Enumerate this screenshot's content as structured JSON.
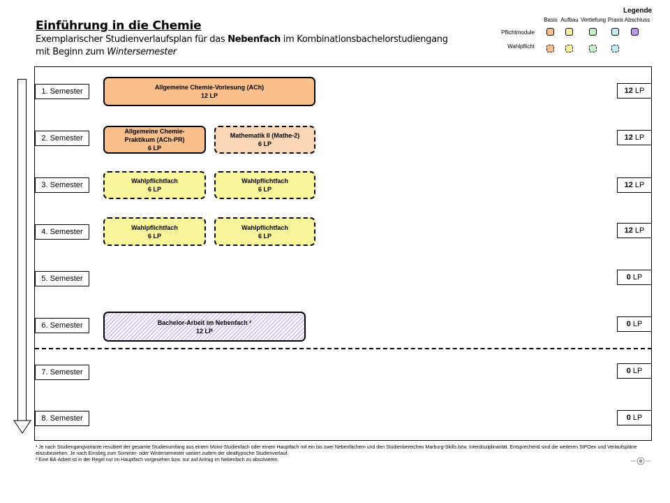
{
  "header": {
    "title": "Einführung in die Chemie",
    "subtitle_part1": "Exemplarischer Studienverlaufsplan für das ",
    "subtitle_bold": "Nebenfach",
    "subtitle_part2": " im Kombinationsbachelorstudiengang",
    "subtitle_line2_part1": "mit Beginn zum ",
    "subtitle_line2_italic": "Wintersemester"
  },
  "legend": {
    "title": "Legende",
    "columns": [
      "Basis",
      "Aufbau",
      "Vertiefung",
      "Praxis",
      "Abschluss"
    ],
    "row_pflicht": "Pflichtmodule",
    "row_wahl": "Wahlpflicht",
    "colors": {
      "basis": "#f9c08e",
      "aufbau": "#fbf59b",
      "vertiefung": "#c6efc6",
      "praxis": "#c3ecf4",
      "abschluss": "#b99ae6"
    }
  },
  "semesters": [
    {
      "label": "1. Semester",
      "lp_value": "12",
      "lp_unit": "LP"
    },
    {
      "label": "2. Semester",
      "lp_value": "12",
      "lp_unit": "LP"
    },
    {
      "label": "3. Semester",
      "lp_value": "12",
      "lp_unit": "LP"
    },
    {
      "label": "4. Semester",
      "lp_value": "12",
      "lp_unit": "LP"
    },
    {
      "label": "5. Semester",
      "lp_value": "0",
      "lp_unit": "LP"
    },
    {
      "label": "6. Semester",
      "lp_value": "0",
      "lp_unit": "LP"
    },
    {
      "label": "7. Semester",
      "lp_value": "0",
      "lp_unit": "LP"
    },
    {
      "label": "8. Semester",
      "lp_value": "0",
      "lp_unit": "LP"
    }
  ],
  "modules": {
    "ach": {
      "name": "Allgemeine Chemie-Vorlesung (ACh)",
      "lp": "12 LP"
    },
    "ach_pr": {
      "name_line1": "Allgemeine Chemie-",
      "name_line2": "Praktikum (ACh-PR)",
      "lp": "6 LP"
    },
    "mathe2": {
      "name": "Mathematik II (Mathe-2)",
      "lp": "6 LP"
    },
    "wp3a": {
      "name": "Wahlpflichtfach",
      "lp": "6 LP"
    },
    "wp3b": {
      "name": "Wahlpflichtfach",
      "lp": "6 LP"
    },
    "wp4a": {
      "name": "Wahlpflichtfach",
      "lp": "6 LP"
    },
    "wp4b": {
      "name": "Wahlpflichtfach",
      "lp": "6 LP"
    },
    "ba": {
      "name": "Bachelor-Arbeit im Nebenfach ²",
      "lp": "12 LP"
    }
  },
  "footnotes": {
    "fn1": "¹ Je nach Studiengangvariante resultiert der gesamte Studienumfang aus einem Mono-Studienfach oder einem Hauptfach mit ein bis zwei Nebenfächern und den Studienbereichen Marburg-Skills bzw. Interdisziplinarität. Entsprechend sind die weiteren StPOen und Verlaufspläne einzubeziehen.  Je nach Einstieg zum Sommer- oder Wintersemester variiert zudem der idealtypische Studienverlauf.",
    "fn2": "² Eine BA-Arbeit ist in der Regel nur im Hauptfach vorgesehen bzw. nur auf Antrag im Nebenfach zu absolvieren."
  }
}
